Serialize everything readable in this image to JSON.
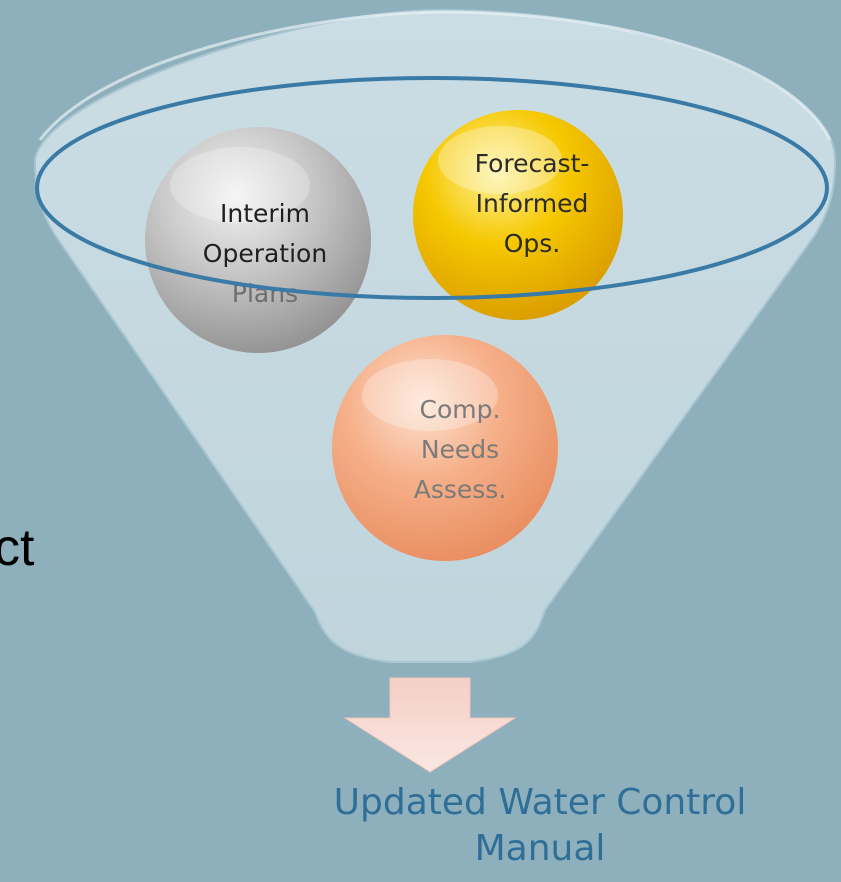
{
  "colors": {
    "background": "#8eb0bd",
    "funnel_fill": "#bcd3dc",
    "funnel_rim": "#3a7aa6",
    "caption": "#2f6f97",
    "bubble_interim": "#bdbdbd",
    "bubble_forecast": "#f2c200",
    "bubble_needs": "#f5ad86",
    "arrow": "#f7d7cf"
  },
  "partial_text": "ct",
  "bubbles": {
    "interim": {
      "lines": [
        "Interim",
        "Operation",
        "Plans"
      ]
    },
    "forecast": {
      "lines": [
        "Forecast-",
        "Informed",
        "Ops."
      ]
    },
    "needs": {
      "lines": [
        "Comp.",
        "Needs",
        "Assess."
      ]
    }
  },
  "arrow_icon": "down-arrow-icon",
  "caption": {
    "line1": "Updated Water Control",
    "line2": "Manual"
  }
}
